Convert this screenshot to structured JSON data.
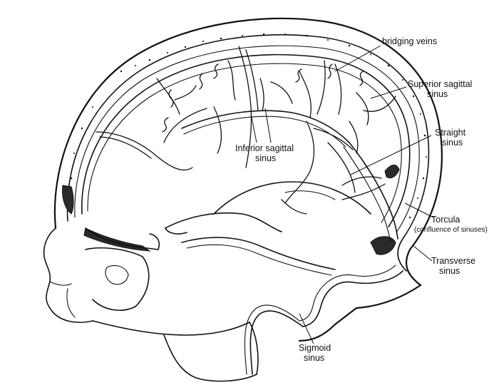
{
  "labels": {
    "bridging_veins": "bridging veins",
    "superior_sagittal_1": "Superior sagittal",
    "superior_sagittal_2": "sinus",
    "straight_1": "Straight",
    "straight_2": "sinus",
    "inferior_sagittal_1": "Inferior sagittal",
    "inferior_sagittal_2": "sinus",
    "torcula": "Torcula",
    "torcula_sub": "(confluence of sinuses)",
    "transverse_1": "Transverse",
    "transverse_2": "sinus",
    "sigmoid_1": "Sigmoid",
    "sigmoid_2": "sinus"
  }
}
